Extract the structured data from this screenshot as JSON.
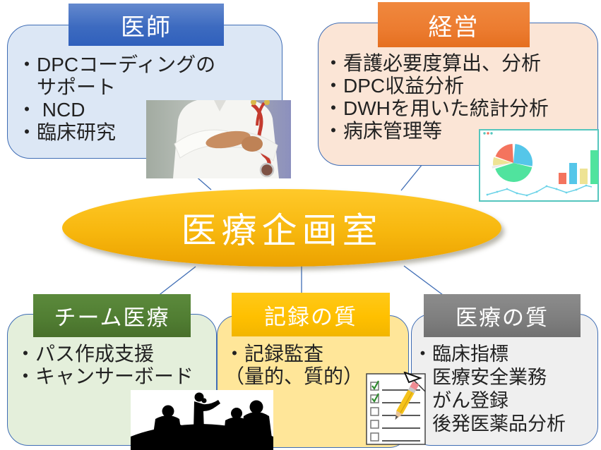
{
  "center": {
    "label": "医療企画室"
  },
  "groups": [
    {
      "id": "doctor",
      "header": "医師",
      "items": [
        "・DPCコーディングの",
        "　サポート",
        "・ NCD",
        "・臨床研究"
      ],
      "header_color": "#4472C4",
      "panel_color": "#DCE7F5"
    },
    {
      "id": "management",
      "header": "経営",
      "items": [
        "・看護必要度算出、分析",
        "・DPC収益分析",
        "・DWHを用いた統計分析",
        "・病床管理等"
      ],
      "header_color": "#ED7D31",
      "panel_color": "#FBE5D6"
    },
    {
      "id": "team",
      "header": "チーム医療",
      "items": [
        "・パス作成支援",
        "・キャンサーボード"
      ],
      "header_color": "#507D32",
      "panel_color": "#E4EFDB"
    },
    {
      "id": "records",
      "header": "記録の質",
      "items": [
        "・記録監査",
        "（量的、質的）"
      ],
      "header_color": "#FFC000",
      "panel_color": "#FFE699"
    },
    {
      "id": "quality",
      "header": "医療の質",
      "items": [
        "・臨床指標",
        "・医療安全業務",
        "・がん登録",
        "・後発医薬品分析"
      ],
      "header_color": "#7F7F7F",
      "panel_color": "#EFEFEF"
    }
  ],
  "ellipse_colors": {
    "top": "#FFC92A",
    "bottom": "#ECA200"
  },
  "connector_color": "#3F6DB5",
  "illustrations": {
    "doctor": "doctor-with-stethoscope-photo",
    "analytics": "analytics-window-with-pie-bar-line-charts",
    "meeting": "meeting-people-silhouette",
    "checklist": "checklist-with-pencil"
  }
}
